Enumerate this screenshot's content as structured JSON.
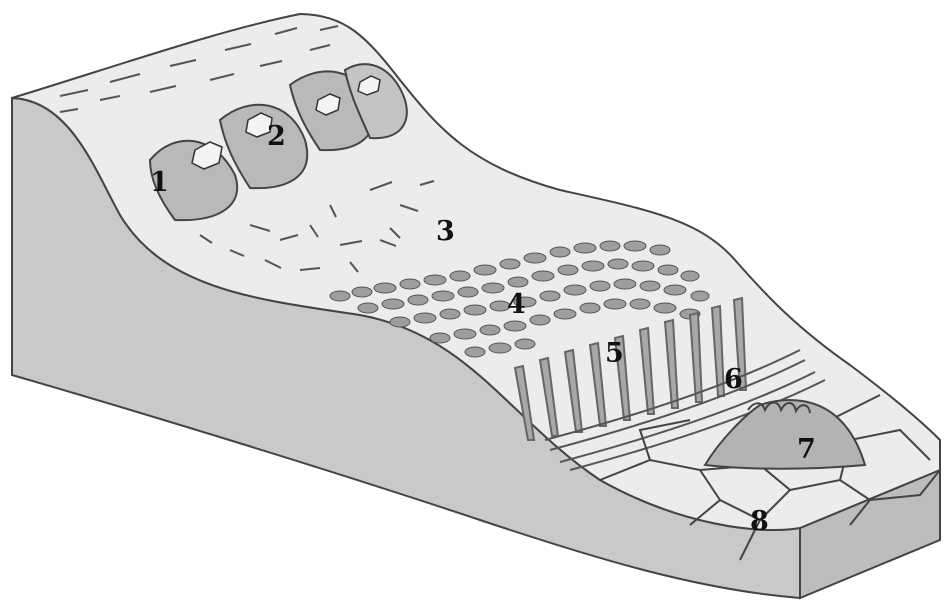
{
  "labels": [
    {
      "id": "1",
      "text": "1"
    },
    {
      "id": "2",
      "text": "2"
    },
    {
      "id": "3",
      "text": "3"
    },
    {
      "id": "4",
      "text": "4"
    },
    {
      "id": "5",
      "text": "5"
    },
    {
      "id": "6",
      "text": "6"
    },
    {
      "id": "7",
      "text": "7"
    },
    {
      "id": "8",
      "text": "8"
    }
  ],
  "colors": {
    "side_face": "#c9c9c9",
    "top_face": "#ececec",
    "lobe": "#b9b9b9",
    "stone": "#9e9e9e",
    "stripe": "#a8a8a8",
    "mound": "#b3b3b3",
    "line": "#444444"
  }
}
